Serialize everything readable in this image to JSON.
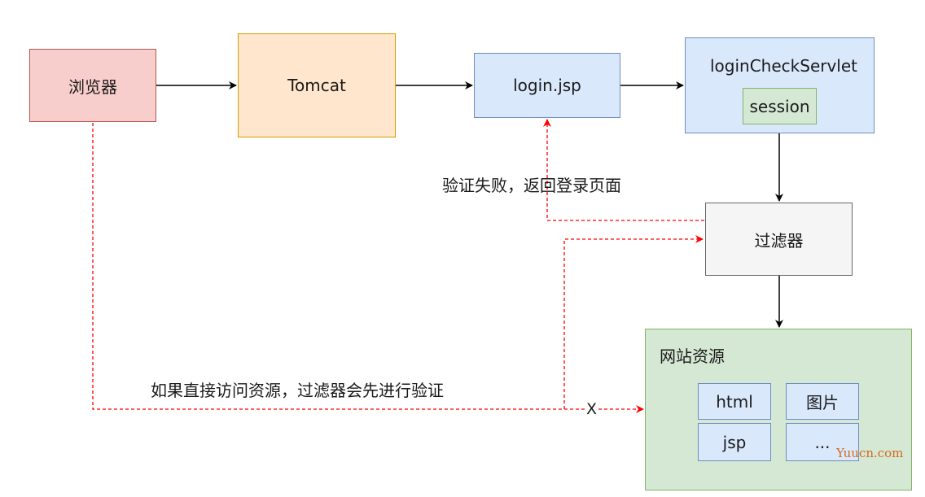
{
  "nodes": {
    "browser": "浏览器",
    "tomcat": "Tomcat",
    "login_jsp": "login.jsp",
    "login_check_servlet": "loginCheckServlet",
    "session": "session",
    "filter": "过滤器",
    "web_resources": "网站资源",
    "html": "html",
    "image": "图片",
    "jsp": "jsp",
    "more": "..."
  },
  "edges": {
    "auth_fail_label": "验证失败，返回登录页面",
    "direct_access_label": "如果直接访问资源，过滤器会先进行验证",
    "blocked_mark": "X"
  },
  "watermark": "Yuucn.com",
  "colors": {
    "red_fill": "#f8cecc",
    "red_stroke": "#b85450",
    "orange_fill": "#ffe6cc",
    "orange_stroke": "#d79b00",
    "blue_fill": "#dae8fc",
    "blue_stroke": "#6c8ebf",
    "green_fill": "#d5e8d4",
    "green_stroke": "#82b366",
    "gray_fill": "#f5f5f5",
    "gray_stroke": "#666666",
    "dashed_red": "#ff0000",
    "watermark_color": "#d2691e"
  }
}
